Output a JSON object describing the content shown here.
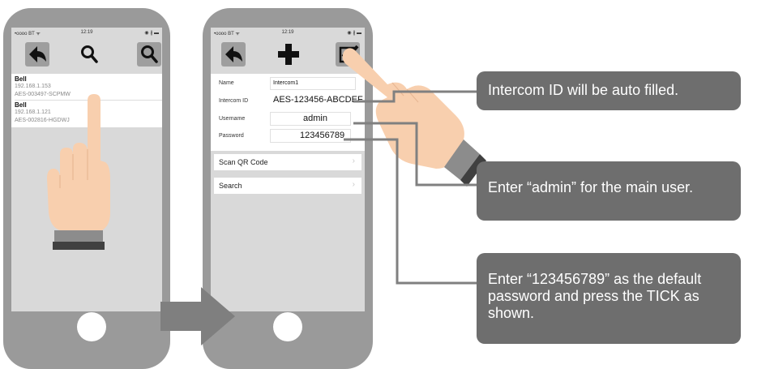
{
  "phone1": {
    "status": {
      "carrier": "•oooo BT ᯤ",
      "time": "12:19",
      "battery": "◉ ∦ ▬"
    },
    "toolbar": {
      "back_icon": "back-arrow-icon",
      "search_icon": "search-icon",
      "search2_icon": "search-icon"
    },
    "devices": [
      {
        "name": "Bell",
        "ip": "192.168.1.153",
        "id": "AES-003497-SCPMW"
      },
      {
        "name": "Bell",
        "ip": "192.168.1.121",
        "id": "AES-002816-HGDWJ"
      }
    ]
  },
  "phone2": {
    "status": {
      "carrier": "•oooo BT ᯤ",
      "time": "12:19",
      "battery": "◉ ∦ ▬"
    },
    "toolbar": {
      "back_icon": "back-arrow-icon",
      "add_icon": "plus-icon",
      "tick_icon": "checkbox-tick-icon"
    },
    "form": {
      "name_label": "Name",
      "name_value": "Intercom1",
      "intercom_id_label": "Intercom ID",
      "intercom_id_value": "AES-123456-ABCDEF",
      "username_label": "Username",
      "username_value": "admin",
      "password_label": "Password",
      "password_value": "123456789"
    },
    "rows": [
      {
        "label": "Scan QR Code",
        "chevron": "›"
      },
      {
        "label": "Search",
        "chevron": "›"
      }
    ]
  },
  "callouts": {
    "intercom_id": "Intercom ID will be auto filled.",
    "username": "Enter “admin” for the main user.",
    "password": "Enter “123456789” as the default password and press the TICK as shown."
  },
  "colors": {
    "phone_body": "#9a9a9a",
    "screen_bg": "#d9d9d9",
    "callout_bg": "#6e6e6e",
    "skin": "#f8cfae",
    "arrow": "#7f7f7f"
  }
}
